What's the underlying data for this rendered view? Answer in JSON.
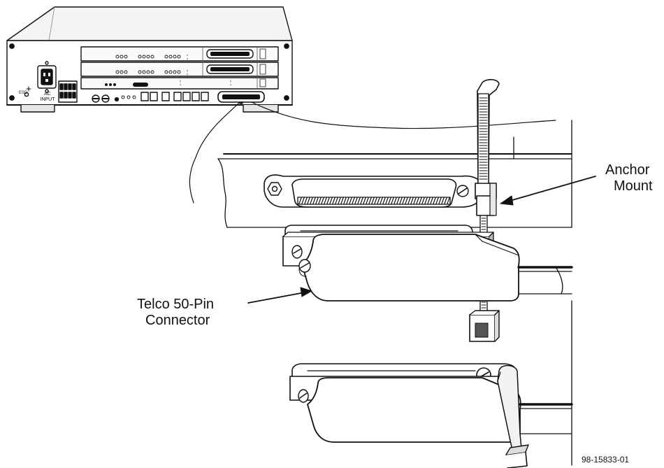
{
  "device": {
    "esd_label": "ESD",
    "ac_label": "AC",
    "input_label": "INPUT"
  },
  "callouts": {
    "anchor_mount_line1": "Anchor",
    "anchor_mount_line2": "Mount",
    "telco_line1": "Telco 50-Pin",
    "telco_line2": "Connector"
  },
  "figure_code": "98-15833-01"
}
